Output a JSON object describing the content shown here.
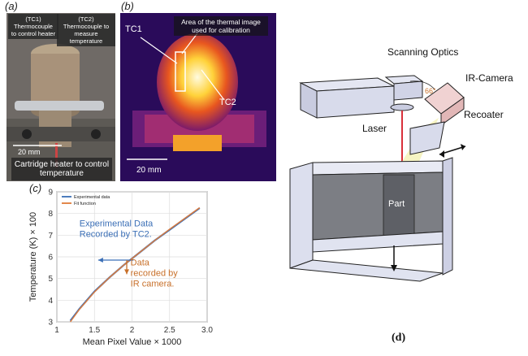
{
  "panel_a": {
    "label": "(a)",
    "callout_tc1": "(TC1) Thermocouple to control heater",
    "callout_tc2": "(TC2) Thermocouple to measure temperature",
    "scale_label": "20 mm",
    "caption": "Cartridge heater to control temperature"
  },
  "panel_b": {
    "label": "(b)",
    "tc1": "TC1",
    "tc2": "TC2",
    "area_callout": "Area of the thermal image used for calibration",
    "scale_label": "20 mm"
  },
  "panel_c": {
    "label": "(c)",
    "annotation_experimental": "Experimental Data Recorded by TC2.",
    "annotation_ir": "Data recorded by IR camera.",
    "colors": {
      "experimental": "#3b6fb6",
      "fit": "#e07b39",
      "annot_blue": "#3b6fb6",
      "annot_orange": "#c8702a"
    }
  },
  "chart_data": {
    "type": "line",
    "xlabel": "Mean Pixel Value × 1000",
    "ylabel": "Temperature (K) × 100",
    "xlim": [
      1.0,
      3.0
    ],
    "ylim": [
      3,
      9
    ],
    "xticks": [
      "1",
      "1.5",
      "2",
      "2.5",
      "3.0"
    ],
    "yticks": [
      "3",
      "4",
      "5",
      "6",
      "7",
      "8",
      "9"
    ],
    "grid": true,
    "legend_position": "top-left",
    "series": [
      {
        "name": "Experimental data",
        "x": [
          1.18,
          1.3,
          1.5,
          1.7,
          1.9,
          2.1,
          2.3,
          2.5,
          2.7,
          2.9
        ],
        "y": [
          3.05,
          3.6,
          4.4,
          5.05,
          5.65,
          6.2,
          6.75,
          7.25,
          7.75,
          8.25
        ]
      },
      {
        "name": "Fit function",
        "x": [
          1.18,
          1.3,
          1.5,
          1.7,
          1.9,
          2.1,
          2.3,
          2.5,
          2.7,
          2.9
        ],
        "y": [
          3.0,
          3.58,
          4.38,
          5.05,
          5.65,
          6.2,
          6.75,
          7.27,
          7.77,
          8.27
        ]
      }
    ]
  },
  "panel_d": {
    "label": "(d)",
    "scanning_optics": "Scanning Optics",
    "ir_camera": "IR-Camera",
    "angle": "66°",
    "recoater": "Recoater",
    "laser": "Laser",
    "part": "Part"
  }
}
